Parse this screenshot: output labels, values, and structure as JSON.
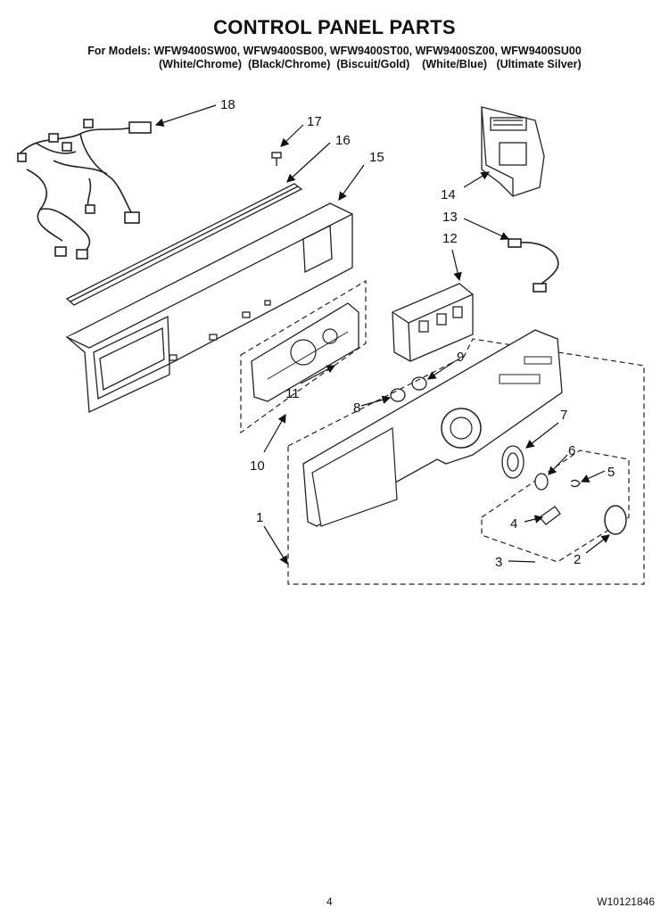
{
  "header": {
    "title": "CONTROL PANEL PARTS",
    "models_line": "For Models: WFW9400SW00, WFW9400SB00, WFW9400ST00, WFW9400SZ00, WFW9400SU00",
    "colors_line": "(White/Chrome)  (Black/Chrome)  (Biscuit/Gold)    (White/Blue)   (Ultimate Silver)"
  },
  "callouts": {
    "c1": "1",
    "c2": "2",
    "c3": "3",
    "c4": "4",
    "c5": "5",
    "c6": "6",
    "c7": "7",
    "c8": "8",
    "c9": "9",
    "c10": "10",
    "c11": "11",
    "c12": "12",
    "c13": "13",
    "c14": "14",
    "c15": "15",
    "c16": "16",
    "c17": "17",
    "c18": "18"
  },
  "footer": {
    "page_number": "4",
    "document_number": "W10121846"
  }
}
